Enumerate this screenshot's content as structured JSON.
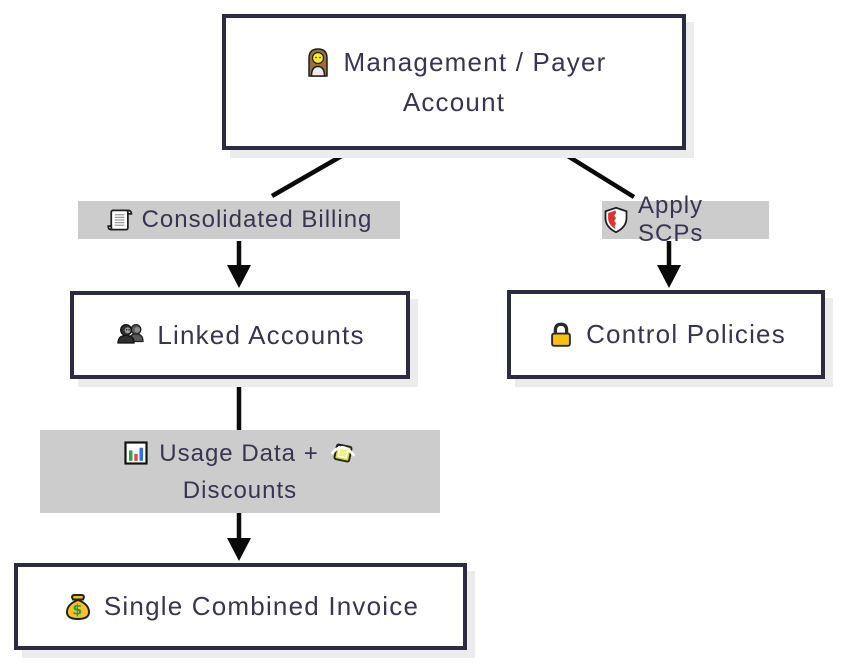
{
  "diagram": {
    "colors": {
      "box_border": "#2d2b3f",
      "box_background": "#ffffff",
      "box_shadow": "#ececec",
      "label_background": "#cccccc",
      "text": "#38364e",
      "connector": "#0a0a0a",
      "page_background": "#ffffff"
    },
    "nodes": {
      "management_account": {
        "line1": "Management / Payer",
        "line2": "Account",
        "icon": "woman-office-worker-icon"
      },
      "consolidated_billing": {
        "label": "Consolidated Billing",
        "icon": "scroll-icon"
      },
      "apply_scps": {
        "label": "Apply SCPs",
        "icon": "shield-icon"
      },
      "linked_accounts": {
        "label": "Linked Accounts",
        "icon": "busts-in-silhouette-icon"
      },
      "control_policies": {
        "label": "Control Policies",
        "icon": "lock-icon"
      },
      "usage_discounts": {
        "line1": "Usage Data +",
        "line2": "Discounts",
        "icon_left": "bar-chart-icon",
        "icon_right": "label-tag-icon"
      },
      "single_invoice": {
        "label": "Single Combined Invoice",
        "icon": "money-bag-icon"
      }
    },
    "edges": [
      {
        "from": "management_account",
        "to": "consolidated_billing",
        "arrowhead": false
      },
      {
        "from": "management_account",
        "to": "apply_scps",
        "arrowhead": false
      },
      {
        "from": "consolidated_billing",
        "to": "linked_accounts",
        "arrowhead": true
      },
      {
        "from": "apply_scps",
        "to": "control_policies",
        "arrowhead": true
      },
      {
        "from": "linked_accounts",
        "to": "usage_discounts",
        "arrowhead": false
      },
      {
        "from": "usage_discounts",
        "to": "single_invoice",
        "arrowhead": true
      }
    ]
  }
}
